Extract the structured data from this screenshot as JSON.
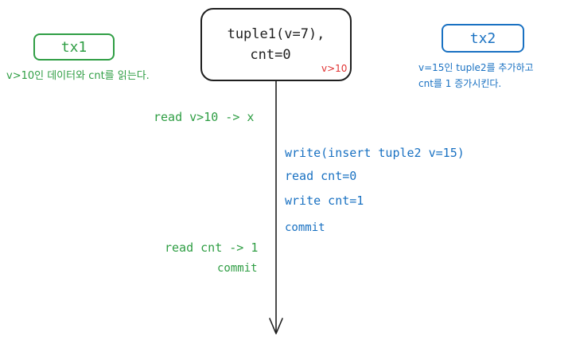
{
  "tx1": {
    "label": "tx1",
    "desc": "v>10인 데이터와 cnt를 읽는다."
  },
  "tx2": {
    "label": "tx2",
    "desc_line1": "v=15인 tuple2를 추가하고",
    "desc_line2": "cnt를 1 증가시킨다."
  },
  "tuple_box": {
    "line1": "tuple1(v=7),",
    "line2": "cnt=0"
  },
  "annotation": "v>10",
  "tx1_ops": {
    "read_v": "read v>10 -> x",
    "read_cnt": "read cnt -> 1",
    "commit": "commit"
  },
  "tx2_ops": {
    "write_insert": "write(insert tuple2 v=15)",
    "read_cnt": "read cnt=0",
    "write_cnt": "write cnt=1",
    "commit": "commit"
  },
  "colors": {
    "tx1": "#2f9e44",
    "tx2": "#1971c2",
    "annotation": "#e03131",
    "line": "#1e1e1e"
  }
}
